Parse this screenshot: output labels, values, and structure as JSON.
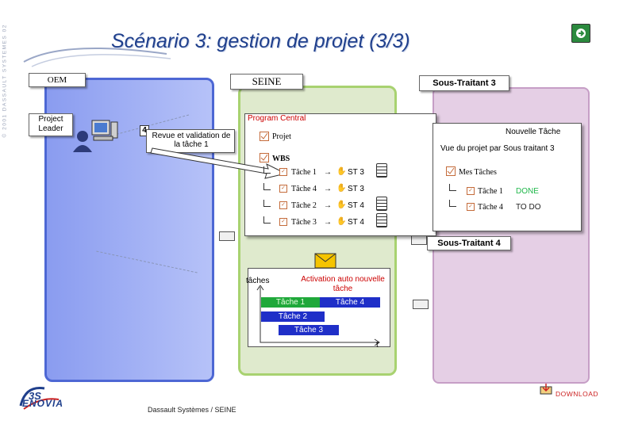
{
  "title": "Scénario 3: gestion de projet (3/3)",
  "vertical_copyright": "© 2001 DASSAULT SYSTEMES 02",
  "oem": {
    "label": "OEM",
    "project_leader": "Project Leader"
  },
  "seine": {
    "label": "SEINE"
  },
  "program_central": {
    "label": "Program Central",
    "step_number": "4",
    "review_text": "Revue et validation de la tâche 1",
    "project_label": "Projet",
    "wbs_label": "WBS",
    "tasks": [
      {
        "name": "Tâche 1",
        "owner": "ST 3"
      },
      {
        "name": "Tâche 4",
        "owner": "ST 3"
      },
      {
        "name": "Tâche 2",
        "owner": "ST 4"
      },
      {
        "name": "Tâche 3",
        "owner": "ST 4"
      }
    ]
  },
  "subcontractor3": {
    "label": "Sous-Traitant 3",
    "new_task": "Nouvelle Tâche",
    "view_text": "Vue du projet par Sous traitant 3",
    "my_tasks_label": "Mes Tâches",
    "tasks": [
      {
        "name": "Tâche 1",
        "status": "DONE",
        "status_color": "#1fb74a"
      },
      {
        "name": "Tâche 4",
        "status": "TO DO",
        "status_color": "#222222"
      }
    ]
  },
  "subcontractor4": {
    "label": "Sous-Traitant 4"
  },
  "gantt": {
    "axis_label": "tâches",
    "activation_text": "Activation auto nouvelle tâche",
    "time_label": "t",
    "bars": [
      {
        "label": "Tâche 1",
        "color": "#1fa83a",
        "text_color": "#e8ffe0"
      },
      {
        "label": "Tâche 4",
        "color": "#1f2fc8",
        "text_color": "#ffffff"
      },
      {
        "label": "Tâche 2",
        "color": "#1f2fc8",
        "text_color": "#ffffff"
      },
      {
        "label": "Tâche 3",
        "color": "#1f2fc8",
        "text_color": "#ffffff"
      }
    ]
  },
  "logo_text": "ENOVIA",
  "download_label": "DOWNLOAD",
  "footer": "Dassault Systèmes / SEINE"
}
